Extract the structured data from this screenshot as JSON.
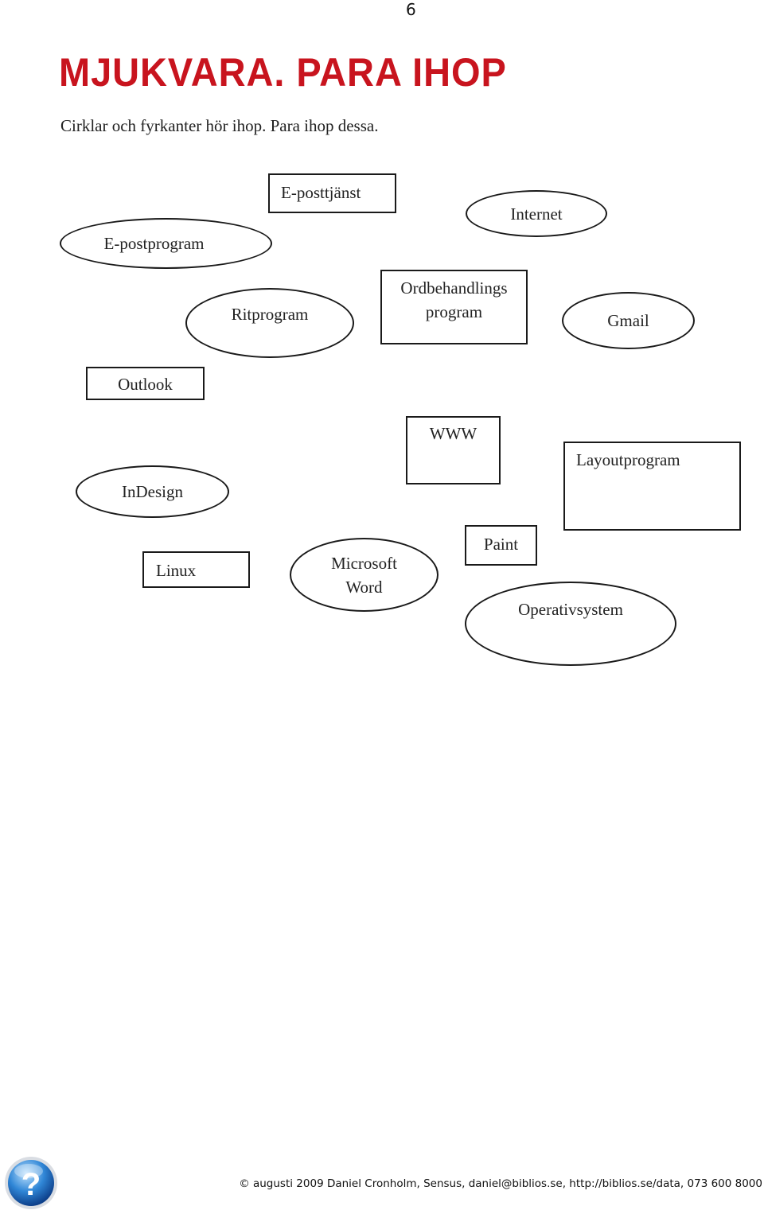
{
  "page": {
    "number": "6"
  },
  "header": {
    "title": "MJUKVARA. PARA IHOP",
    "instruction": "Cirklar och fyrkanter hör ihop. Para ihop dessa."
  },
  "shapes": {
    "e_posttjanst": "E-posttjänst",
    "internet": "Internet",
    "e_postprogram": "E-postprogram",
    "ritprogram": "Ritprogram",
    "ordbehandlings_line1": "Ordbehandlings",
    "ordbehandlings_line2": "program",
    "gmail": "Gmail",
    "outlook": "Outlook",
    "www": "WWW",
    "layoutprogram": "Layoutprogram",
    "indesign": "InDesign",
    "paint": "Paint",
    "linux": "Linux",
    "microsoft_line1": "Microsoft",
    "microsoft_line2": "Word",
    "operativsystem": "Operativsystem"
  },
  "footer": {
    "text": "© augusti 2009 Daniel Cronholm, Sensus, daniel@biblios.se, http://biblios.se/data, 073 600 8000",
    "icon": "help-question-icon"
  },
  "colors": {
    "title": "#c8141e",
    "border": "#1a1a1a"
  }
}
